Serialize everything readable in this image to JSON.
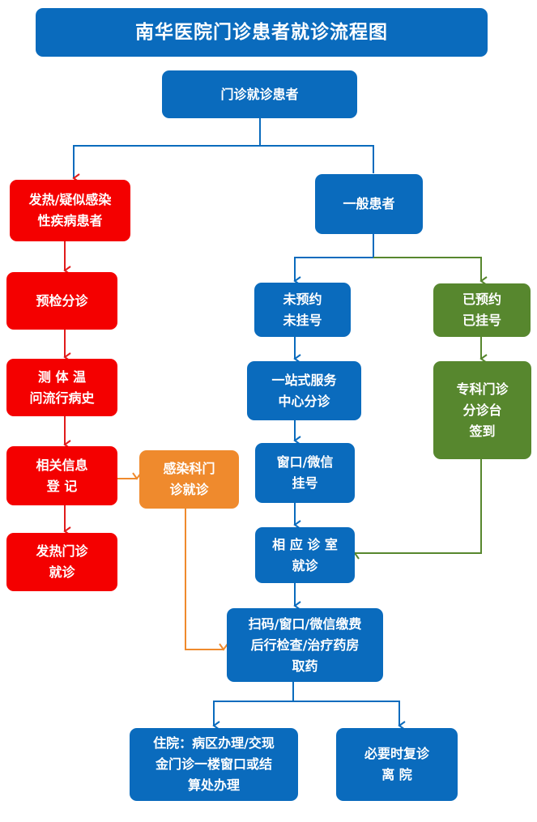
{
  "title": "南华医院门诊患者就诊流程图",
  "nodes": {
    "outpatient": "门诊就诊患者",
    "fever_patient": "发热/疑似感染\n性疾病患者",
    "general_patient": "一般患者",
    "triage": "预检分诊",
    "temp_history": "测 体 温\n问流行病史",
    "info_register": "相关信息\n登    记",
    "fever_clinic": "发热门诊\n就诊",
    "infection_clinic": "感染科门\n诊就诊",
    "not_booked": "未预约\n未挂号",
    "booked": "已预约\n已挂号",
    "one_stop": "一站式服务\n中心分诊",
    "specialist_checkin": "专科门诊\n分诊台\n签到",
    "window_wechat": "窗口/微信\n挂号",
    "consult_room": "相 应 诊 室\n就诊",
    "payment": "扫码/窗口/微信缴费\n后行检查/治疗药房\n取药",
    "inpatient": "住院：病区办理/交现\n金门诊一楼窗口或结\n算处办理",
    "follow_up": "必要时复诊\n离    院"
  },
  "colors": {
    "blue": "#0a6bbd",
    "red": "#f40000",
    "orange": "#ef8a2d",
    "green": "#57872e"
  }
}
